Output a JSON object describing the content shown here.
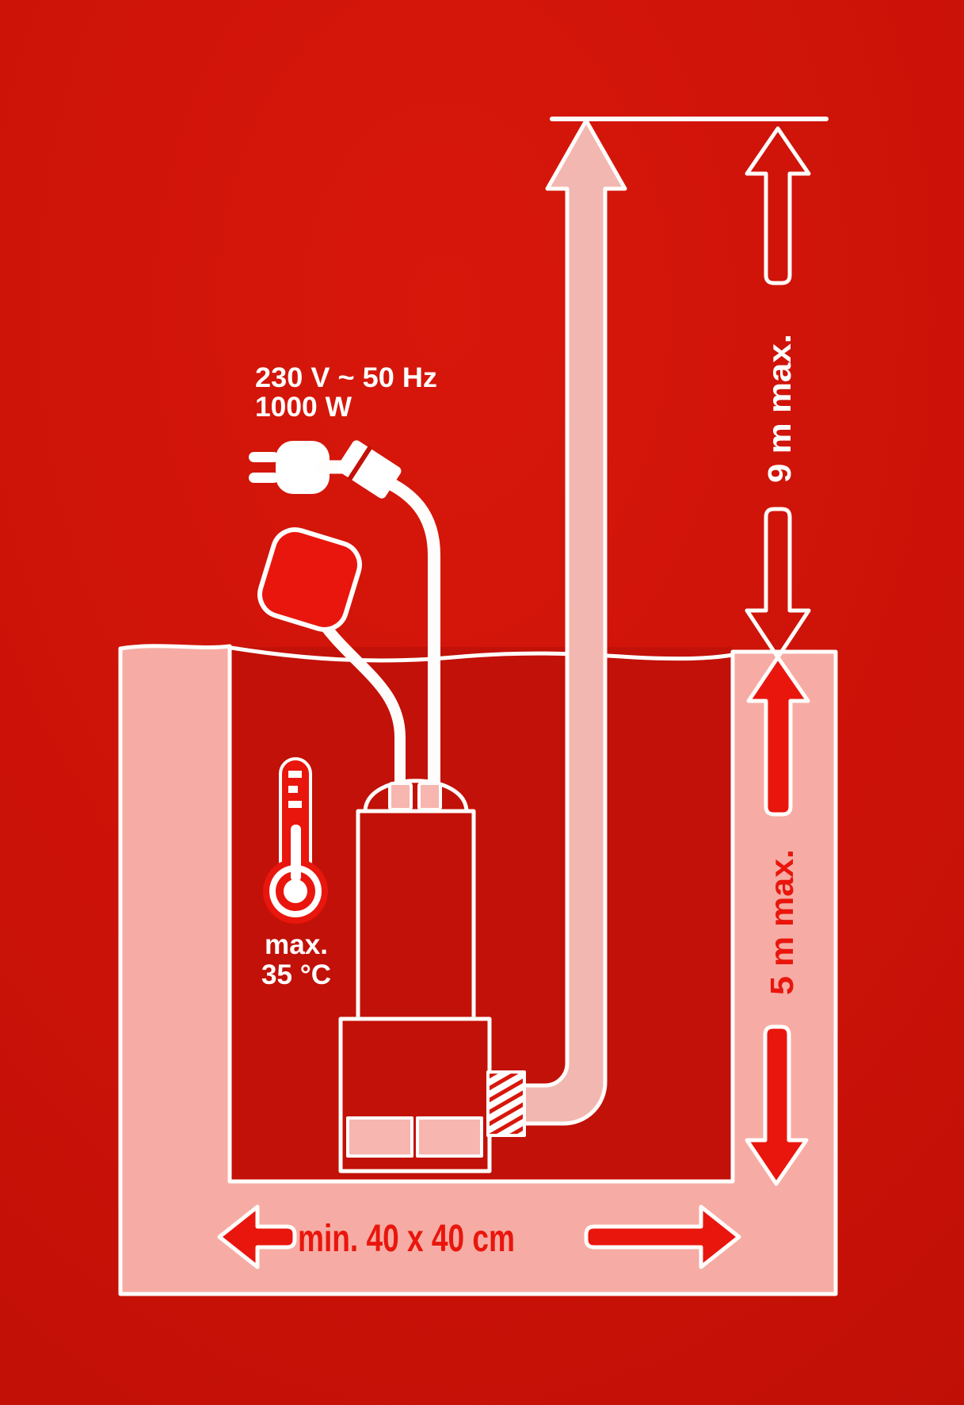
{
  "diagram": {
    "title": "submersible-pump-installation-diagram",
    "power_spec": {
      "line1": "230 V ~ 50 Hz",
      "line2": "1000 W"
    },
    "temperature": {
      "line1": "max.",
      "line2": "35 °C"
    },
    "head_height_label": "9 m max.",
    "immersion_depth_label": "5 m max.",
    "pit_size_label": "min. 40 x 40 cm",
    "icons": [
      "power-plug-icon",
      "thermometer-icon",
      "float-switch-icon",
      "water-flow-arrow-icon",
      "up-arrow-icon",
      "down-arrow-icon",
      "left-arrow-icon",
      "right-arrow-icon"
    ],
    "colors": {
      "background_red": "#cb1208",
      "pit_interior_red": "#c21108",
      "accent_red": "#e9160d",
      "wall_pink": "#f6aca4",
      "pipe_pink": "#f2b7b1",
      "vent_pink": "#f7b6b0",
      "outline_white": "#ffffff"
    }
  }
}
